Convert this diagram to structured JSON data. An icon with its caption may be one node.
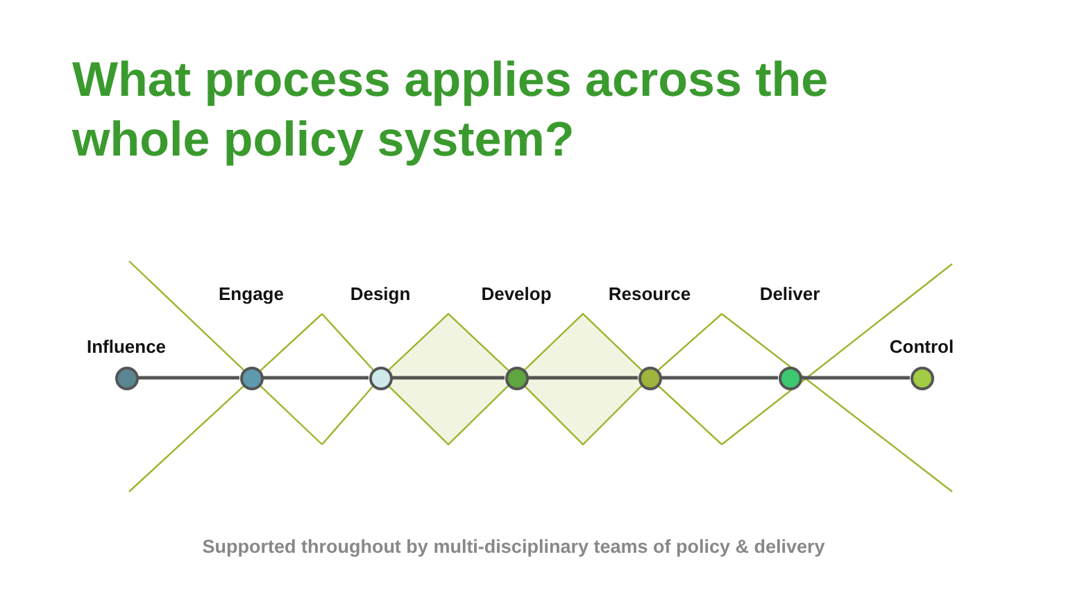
{
  "diagram": {
    "title": "What process applies across the whole policy system?",
    "caption": "Supported throughout by multi-disciplinary teams of policy & delivery",
    "nodes": [
      {
        "text": [
          "Influence"
        ]
      },
      {
        "text": [
          "Engage"
        ]
      },
      {
        "text": [
          "Design"
        ]
      },
      {
        "text": [
          "Develop"
        ]
      },
      {
        "text": [
          "Resource"
        ]
      },
      {
        "text": [
          "Deliver"
        ]
      },
      {
        "text": [
          "Control"
        ]
      }
    ],
    "edges": [
      {
        "from": 0,
        "to": 1,
        "arrow": "none"
      },
      {
        "from": 1,
        "to": 2,
        "arrow": "none"
      },
      {
        "from": 2,
        "to": 3,
        "arrow": "none"
      },
      {
        "from": 3,
        "to": 4,
        "arrow": "none"
      },
      {
        "from": 4,
        "to": 5,
        "arrow": "none"
      },
      {
        "from": 5,
        "to": 6,
        "arrow": "none"
      }
    ]
  }
}
